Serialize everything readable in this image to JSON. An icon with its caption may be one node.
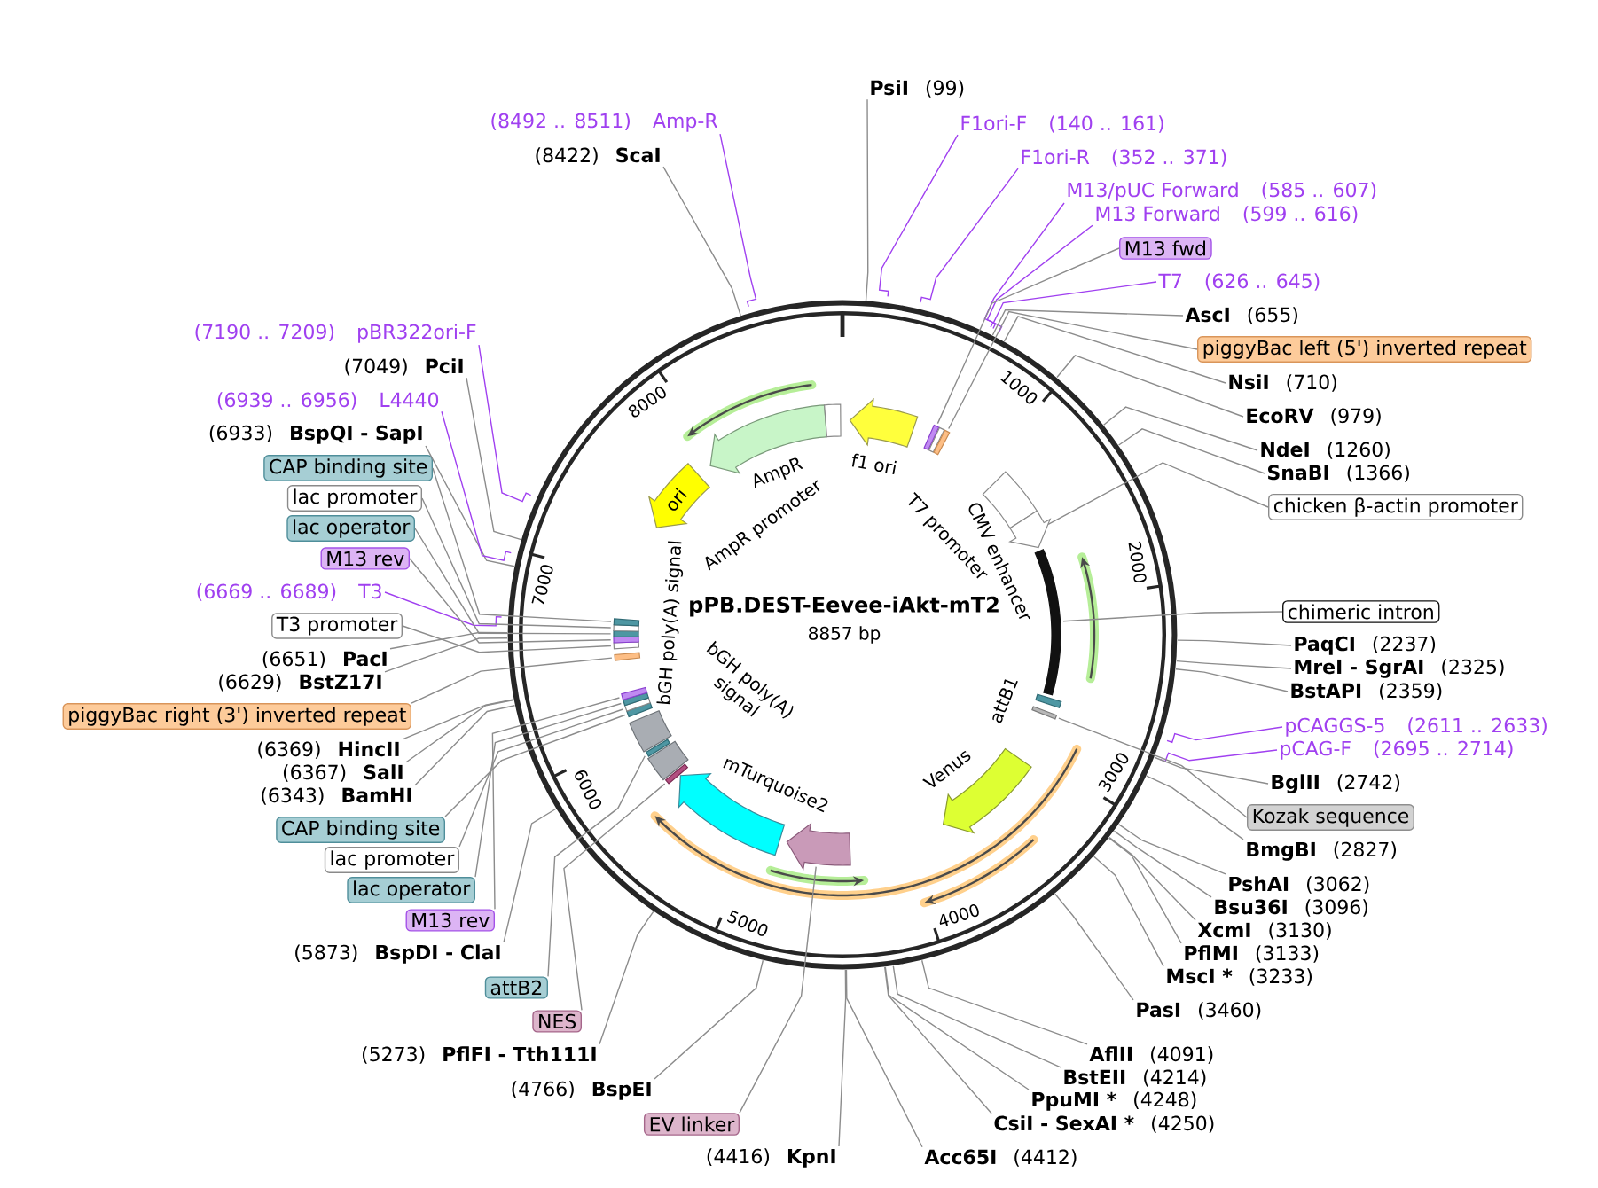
{
  "diagram": {
    "title": "pPB.DEST-Eevee-iAkt-mT2",
    "nodes": [
      {
        "text": [
          "PsiI",
          "(99)"
        ]
      },
      {
        "text": [
          "F1ori-F",
          "(140 .. 161)"
        ]
      },
      {
        "text": [
          "F1ori-R",
          "(352 .. 371)"
        ]
      },
      {
        "text": [
          "M13/pUC Forward",
          "(585 .. 607)"
        ]
      },
      {
        "text": [
          "M13 Forward",
          "(599 .. 616)"
        ]
      },
      {
        "text": [
          "M13 fwd"
        ]
      },
      {
        "text": [
          "T7",
          "(626 .. 645)"
        ]
      },
      {
        "text": [
          "AscI",
          "(655)"
        ]
      },
      {
        "text": [
          "piggyBac left (5') inverted repeat"
        ]
      },
      {
        "text": [
          "NsiI",
          "(710)"
        ]
      },
      {
        "text": [
          "EcoRV",
          "(979)"
        ]
      },
      {
        "text": [
          "NdeI",
          "(1260)"
        ]
      },
      {
        "text": [
          "SnaBI",
          "(1366)"
        ]
      },
      {
        "text": [
          "chicken β-actin promoter"
        ]
      },
      {
        "text": [
          "chimeric intron"
        ]
      },
      {
        "text": [
          "PaqCI",
          "(2237)"
        ]
      },
      {
        "text": [
          "MreI - SgrAI",
          "(2325)"
        ]
      },
      {
        "text": [
          "BstAPI",
          "(2359)"
        ]
      },
      {
        "text": [
          "pCAGGS-5",
          "(2611 .. 2633)"
        ]
      },
      {
        "text": [
          "pCAG-F",
          "(2695 .. 2714)"
        ]
      },
      {
        "text": [
          "BglII",
          "(2742)"
        ]
      },
      {
        "text": [
          "Kozak sequence"
        ]
      },
      {
        "text": [
          "BmgBI",
          "(2827)"
        ]
      },
      {
        "text": [
          "PshAI",
          "(3062)"
        ]
      },
      {
        "text": [
          "Bsu36I",
          "(3096)"
        ]
      },
      {
        "text": [
          "XcmI",
          "(3130)"
        ]
      },
      {
        "text": [
          "PflMI",
          "(3133)"
        ]
      },
      {
        "text": [
          "MscI *",
          "(3233)"
        ]
      },
      {
        "text": [
          "PasI",
          "(3460)"
        ]
      },
      {
        "text": [
          "AflII",
          "(4091)"
        ]
      },
      {
        "text": [
          "BstEII",
          "(4214)"
        ]
      },
      {
        "text": [
          "PpuMI *",
          "(4248)"
        ]
      },
      {
        "text": [
          "CsiI - SexAI *",
          "(4250)"
        ]
      },
      {
        "text": [
          "Acc65I",
          "(4412)"
        ]
      },
      {
        "text": [
          "(4416)",
          "KpnI"
        ]
      },
      {
        "text": [
          "EV linker"
        ]
      },
      {
        "text": [
          "(4766)",
          "BspEI"
        ]
      },
      {
        "text": [
          "(5273)",
          "PflFI - Tth111I"
        ]
      },
      {
        "text": [
          "NES"
        ]
      },
      {
        "text": [
          "attB2"
        ]
      },
      {
        "text": [
          "(5873)",
          "BspDI - ClaI"
        ]
      },
      {
        "text": [
          "M13 rev"
        ]
      },
      {
        "text": [
          "lac operator"
        ]
      },
      {
        "text": [
          "lac promoter"
        ]
      },
      {
        "text": [
          "CAP binding site"
        ]
      },
      {
        "text": [
          "(6343)",
          "BamHI"
        ]
      },
      {
        "text": [
          "(6367)",
          "SalI"
        ]
      },
      {
        "text": [
          "(6369)",
          "HincII"
        ]
      },
      {
        "text": [
          "piggyBac right (3') inverted repeat"
        ]
      },
      {
        "text": [
          "(6629)",
          "BstZ17I"
        ]
      },
      {
        "text": [
          "(6651)",
          "PacI"
        ]
      },
      {
        "text": [
          "T3 promoter"
        ]
      },
      {
        "text": [
          "(6669 .. 6689)",
          "T3"
        ]
      },
      {
        "text": [
          "M13 rev"
        ]
      },
      {
        "text": [
          "lac operator"
        ]
      },
      {
        "text": [
          "lac promoter"
        ]
      },
      {
        "text": [
          "CAP binding site"
        ]
      },
      {
        "text": [
          "(6933)",
          "BspQI - SapI"
        ]
      },
      {
        "text": [
          "(6939 .. 6956)",
          "L4440"
        ]
      },
      {
        "text": [
          "(7049)",
          "PciI"
        ]
      },
      {
        "text": [
          "(7190 .. 7209)",
          "pBR322ori-F"
        ]
      },
      {
        "text": [
          "(8422)",
          "ScaI"
        ]
      },
      {
        "text": [
          "(8492 .. 8511)",
          "Amp-R"
        ]
      },
      {
        "text": [
          "f1 ori"
        ]
      },
      {
        "text": [],
        "shape": "bar"
      },
      {
        "text": [
          "T7 promoter"
        ]
      },
      {
        "text": [],
        "shape": "bar"
      },
      {
        "text": [
          "CMV enhancer"
        ]
      },
      {
        "text": [],
        "shape": "arrow"
      },
      {
        "text": [],
        "shape": "bar"
      },
      {
        "text": [
          "attB1"
        ]
      },
      {
        "text": [],
        "shape": "bar"
      },
      {
        "text": [
          "Venus"
        ]
      },
      {
        "text": [],
        "shape": "arrow"
      },
      {
        "text": [
          "mTurquoise2"
        ]
      },
      {
        "text": [],
        "shape": "bar"
      },
      {
        "text": [
          "bGH poly(A) signal"
        ]
      },
      {
        "text": [],
        "shape": "bar"
      },
      {
        "text": [
          "bGH poly(A) signal"
        ]
      },
      {
        "text": [],
        "shape": "bar"
      },
      {
        "text": [],
        "shape": "bar"
      },
      {
        "text": [],
        "shape": "bar"
      },
      {
        "text": [],
        "shape": "bar"
      },
      {
        "text": [],
        "shape": "bar"
      },
      {
        "text": [],
        "shape": "bar"
      },
      {
        "text": [],
        "shape": "bar"
      },
      {
        "text": [],
        "shape": "bar"
      },
      {
        "text": [],
        "shape": "bar"
      },
      {
        "text": [],
        "shape": "bar"
      },
      {
        "text": [
          "ori"
        ]
      },
      {
        "text": [
          "AmpR"
        ]
      },
      {
        "text": [
          "AmpR promoter"
        ]
      }
    ],
    "edges": [
      {
        "from": 0,
        "to": null,
        "arrow": "none"
      },
      {
        "from": 1,
        "to": null,
        "arrow": "none",
        "color": "#a040f0"
      },
      {
        "from": 2,
        "to": null,
        "arrow": "none",
        "color": "#a040f0"
      },
      {
        "from": 3,
        "to": null,
        "arrow": "none",
        "color": "#a040f0"
      },
      {
        "from": 4,
        "to": null,
        "arrow": "none",
        "color": "#a040f0"
      },
      {
        "from": 5,
        "to": 64,
        "arrow": "none"
      },
      {
        "from": 6,
        "to": null,
        "arrow": "none",
        "color": "#a040f0"
      },
      {
        "from": 7,
        "to": null,
        "arrow": "none"
      },
      {
        "from": 8,
        "to": 66,
        "arrow": "none"
      },
      {
        "from": 9,
        "to": null,
        "arrow": "none"
      },
      {
        "from": 10,
        "to": null,
        "arrow": "none"
      },
      {
        "from": 11,
        "to": null,
        "arrow": "none"
      },
      {
        "from": 12,
        "to": null,
        "arrow": "none"
      },
      {
        "from": 13,
        "to": 68,
        "arrow": "none"
      },
      {
        "from": 14,
        "to": 69,
        "arrow": "none"
      },
      {
        "from": 15,
        "to": null,
        "arrow": "none"
      },
      {
        "from": 16,
        "to": null,
        "arrow": "none"
      },
      {
        "from": 17,
        "to": null,
        "arrow": "none"
      },
      {
        "from": 18,
        "to": null,
        "arrow": "none",
        "color": "#a040f0"
      },
      {
        "from": 19,
        "to": null,
        "arrow": "none",
        "color": "#a040f0"
      },
      {
        "from": 20,
        "to": null,
        "arrow": "none"
      },
      {
        "from": 21,
        "to": 71,
        "arrow": "none"
      },
      {
        "from": 22,
        "to": null,
        "arrow": "none"
      },
      {
        "from": 23,
        "to": null,
        "arrow": "none"
      },
      {
        "from": 24,
        "to": null,
        "arrow": "none"
      },
      {
        "from": 25,
        "to": null,
        "arrow": "none"
      },
      {
        "from": 26,
        "to": null,
        "arrow": "none"
      },
      {
        "from": 27,
        "to": null,
        "arrow": "none"
      },
      {
        "from": 28,
        "to": null,
        "arrow": "none"
      },
      {
        "from": 29,
        "to": null,
        "arrow": "none"
      },
      {
        "from": 30,
        "to": null,
        "arrow": "none"
      },
      {
        "from": 31,
        "to": null,
        "arrow": "none"
      },
      {
        "from": 32,
        "to": null,
        "arrow": "none"
      },
      {
        "from": 33,
        "to": null,
        "arrow": "none"
      },
      {
        "from": 34,
        "to": null,
        "arrow": "none"
      },
      {
        "from": 35,
        "to": 73,
        "arrow": "none"
      },
      {
        "from": 36,
        "to": null,
        "arrow": "none"
      },
      {
        "from": 37,
        "to": null,
        "arrow": "none"
      },
      {
        "from": 38,
        "to": 75,
        "arrow": "none"
      },
      {
        "from": 39,
        "to": 77,
        "arrow": "none"
      },
      {
        "from": 40,
        "to": null,
        "arrow": "none"
      },
      {
        "from": 41,
        "to": 82,
        "arrow": "none"
      },
      {
        "from": 42,
        "to": 81,
        "arrow": "none"
      },
      {
        "from": 43,
        "to": 80,
        "arrow": "none"
      },
      {
        "from": 44,
        "to": 79,
        "arrow": "none"
      },
      {
        "from": 45,
        "to": null,
        "arrow": "none"
      },
      {
        "from": 46,
        "to": null,
        "arrow": "none"
      },
      {
        "from": 47,
        "to": null,
        "arrow": "none"
      },
      {
        "from": 48,
        "to": 83,
        "arrow": "none"
      },
      {
        "from": 49,
        "to": null,
        "arrow": "none"
      },
      {
        "from": 50,
        "to": null,
        "arrow": "none"
      },
      {
        "from": 51,
        "to": 84,
        "arrow": "none"
      },
      {
        "from": 52,
        "to": null,
        "arrow": "none",
        "color": "#a040f0"
      },
      {
        "from": 53,
        "to": 85,
        "arrow": "none"
      },
      {
        "from": 54,
        "to": 86,
        "arrow": "none"
      },
      {
        "from": 55,
        "to": 87,
        "arrow": "none"
      },
      {
        "from": 56,
        "to": 88,
        "arrow": "none"
      },
      {
        "from": 57,
        "to": null,
        "arrow": "none"
      },
      {
        "from": 58,
        "to": null,
        "arrow": "none",
        "color": "#a040f0"
      },
      {
        "from": 59,
        "to": null,
        "arrow": "none"
      },
      {
        "from": 60,
        "to": null,
        "arrow": "none",
        "color": "#a040f0"
      },
      {
        "from": 61,
        "to": null,
        "arrow": "none"
      },
      {
        "from": 62,
        "to": null,
        "arrow": "none",
        "color": "#a040f0"
      }
    ],
    "labels": [
      "8857 bp",
      "1000",
      "2000",
      "3000",
      "4000",
      "5000",
      "6000",
      "7000",
      "8000"
    ]
  }
}
